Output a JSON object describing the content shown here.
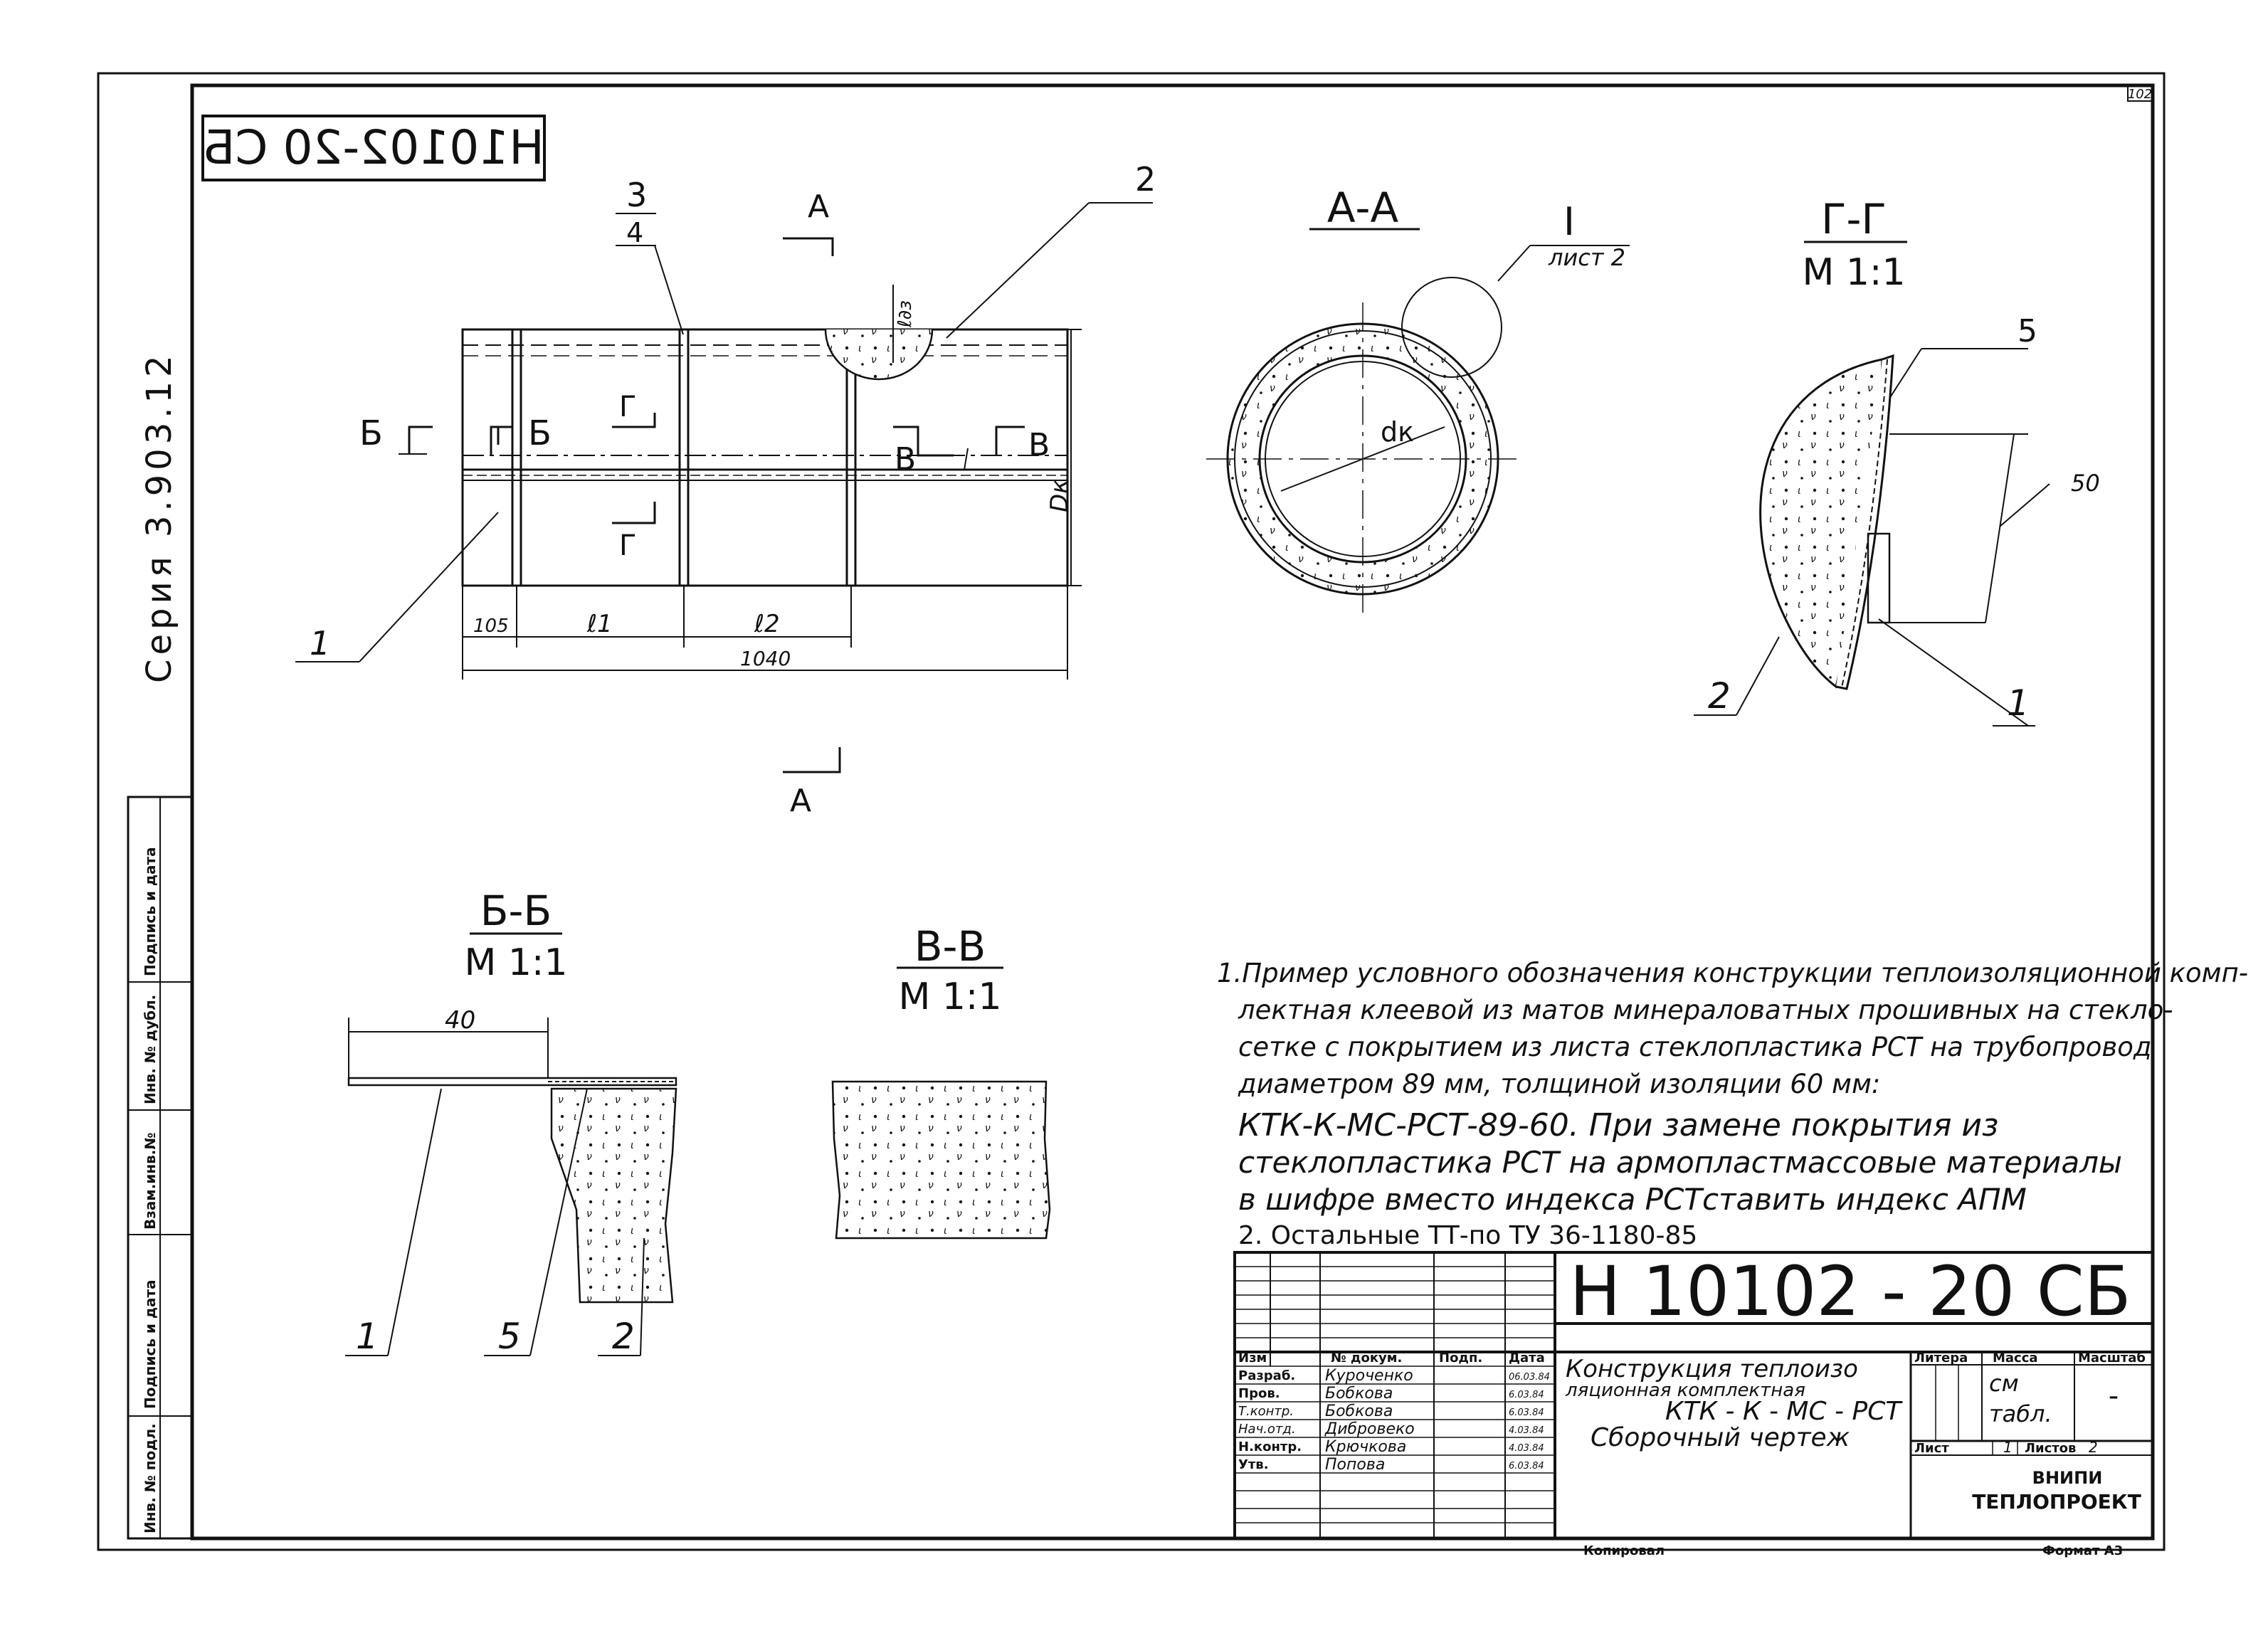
{
  "sheet_number": "102",
  "series_label": "Серия 3.903.12",
  "mirrored_code": "Н10102-20 СБ",
  "views": {
    "section_aa": "А-А",
    "section_gg": "Г-Г",
    "section_bb": "Б-Б",
    "section_vv": "В-В",
    "scale_gg": "М 1:1",
    "scale_bb": "М 1:1",
    "scale_vv": "М 1:1",
    "detail_i": "I",
    "detail_i_sheet": "лист 2"
  },
  "main_view": {
    "cut_a": "А",
    "cut_b": "Б",
    "cut_v": "В",
    "cut_g": "Г",
    "dim_105": "105",
    "dim_l1": "ℓ1",
    "dim_l2": "ℓ2",
    "dim_1040": "1040",
    "dim_dk": "Dк",
    "dim_lb": "ℓ∂з",
    "pos_1": "1",
    "pos_2": "2",
    "pos_3": "3",
    "pos_4": "4"
  },
  "section_aa_view": {
    "dim_dk": "dк"
  },
  "section_gg_view": {
    "dim_50": "50",
    "pos_5": "5",
    "pos_2": "2",
    "pos_1": "1"
  },
  "section_bb_view": {
    "dim_40": "40",
    "pos_1": "1",
    "pos_5": "5",
    "pos_2": "2"
  },
  "notes": [
    "1.Пример условного обозначения конструкции теплоизоляционной комп-",
    "лектная клеевой из матов минераловатных прошивных на стекло-",
    "сетке с покрытием из листа стеклопластика РСТ на трубопровод",
    "диаметром 89 мм, толщиной изоляции 60 мм:",
    "КТК-К-МС-РСТ-89-60.  При замене покрытия из",
    "стеклопластика РСТ на армопластмассовые материалы",
    "в шифре вместо индекса РСТставить индекс АПМ",
    "2. Остальные ТТ-по ТУ 36-1180-85"
  ],
  "side_stamp": [
    "Инв. № подл.",
    "Подпись и дата",
    "Взам.инв.№",
    "Инв. № дубл.",
    "Подпись и дата"
  ],
  "title_block": {
    "code": "Н 10102 - 20 СБ",
    "title_lines": [
      "Конструкция теплоизо",
      "ляционная комплектная",
      "КТК - К - МС - РСТ",
      "Сборочный чертеж"
    ],
    "col_izm": "Изм",
    "col_doc": "№ докум.",
    "col_sign": "Подп.",
    "col_date": "Дата",
    "litera": "Литера",
    "massa": "Масса",
    "masshtab": "Масштаб",
    "massa_value_1": "см",
    "massa_value_2": "табл.",
    "masshtab_value": "-",
    "list_label": "Лист",
    "list_value": "1",
    "listov_label": "Листов",
    "listov_value": "2",
    "org_1": "ВНИПИ",
    "org_2": "ТЕПЛОПРОЕКТ",
    "copied": "Копировал",
    "format": "Формат  А3",
    "roles": [
      {
        "role": "Разраб.",
        "name": "Куроченко",
        "date": "06.03.84"
      },
      {
        "role": "Пров.",
        "name": "Бобкова",
        "date": "6.03.84"
      },
      {
        "role": "Т.контр.",
        "name": "Бобкова",
        "date": "6.03.84"
      },
      {
        "role": "Нач.отд.",
        "name": "Дибровеко",
        "date": "4.03.84"
      },
      {
        "role": "Н.контр.",
        "name": "Крючкова",
        "date": "4.03.84"
      },
      {
        "role": "Утв.",
        "name": "Попова",
        "date": "6.03.84"
      }
    ]
  }
}
